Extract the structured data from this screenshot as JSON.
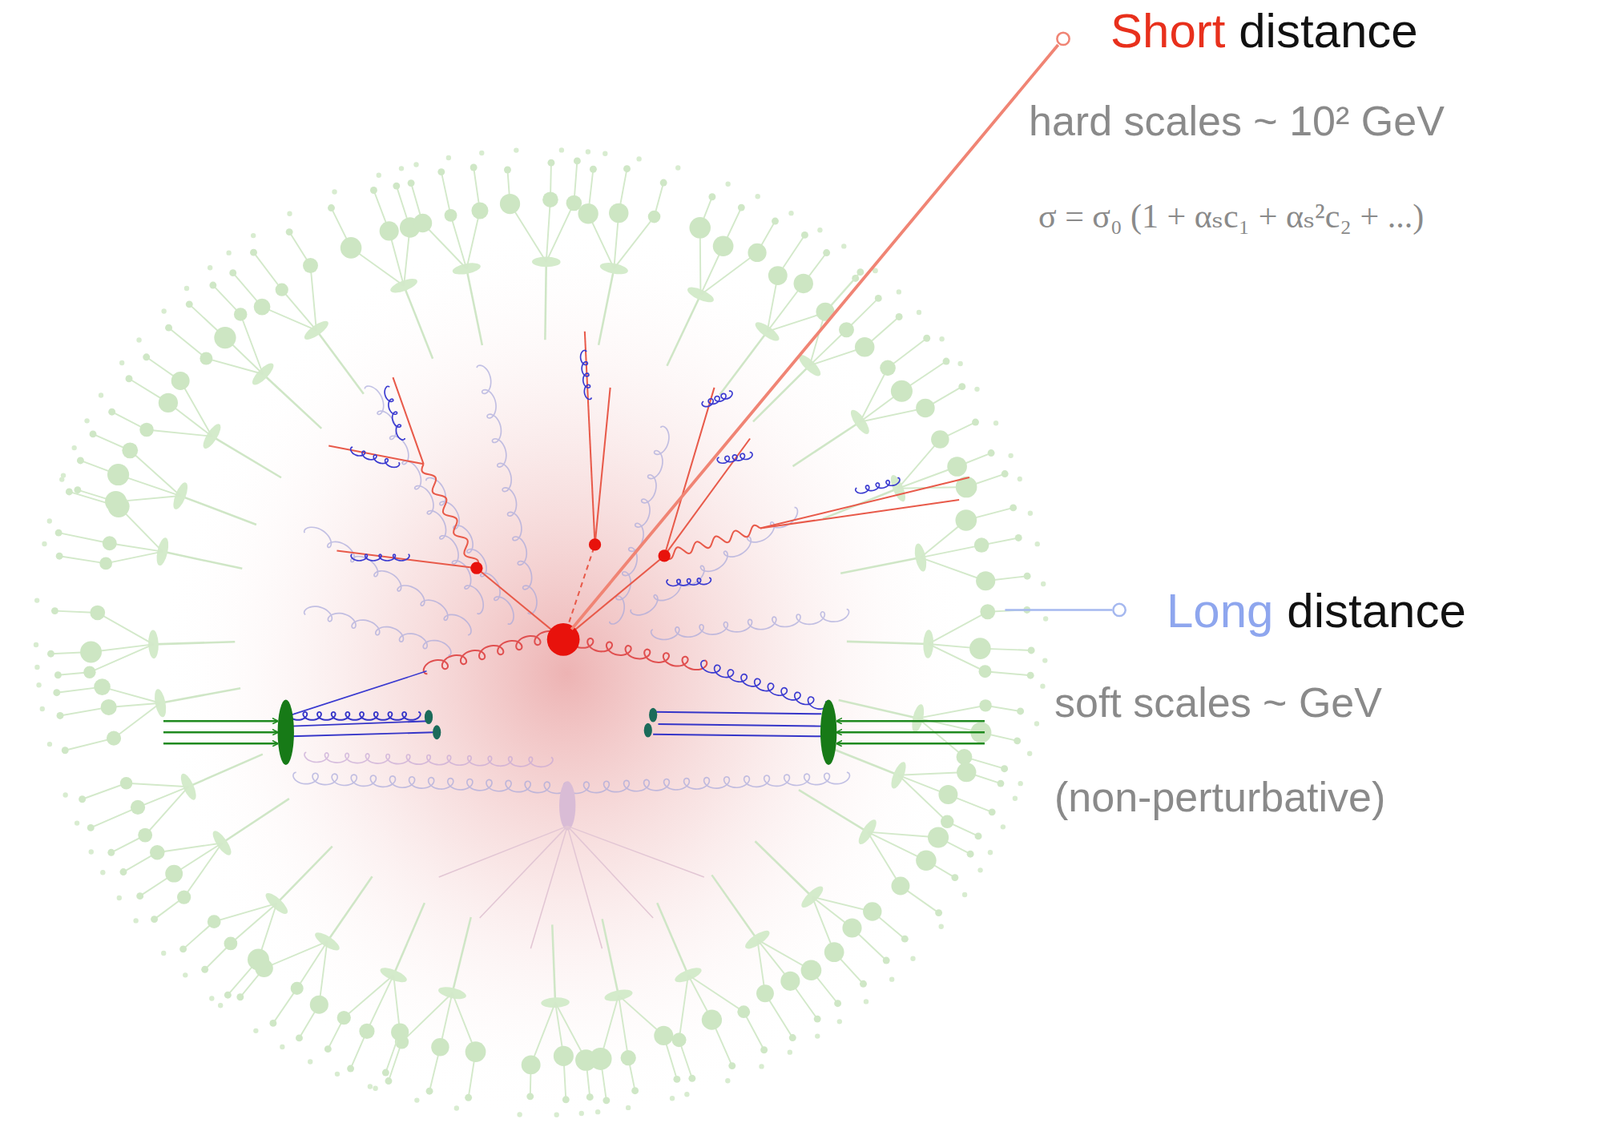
{
  "diagram": {
    "labels": [
      "Short",
      "distance",
      "hard scales ~ 10² GeV",
      "σ = σ₀ (1 + αₛc₁ + αₛ²c₂ + ...)",
      "Long",
      "distance",
      "soft scales ~ GeV",
      "(non-perturbative)"
    ]
  }
}
